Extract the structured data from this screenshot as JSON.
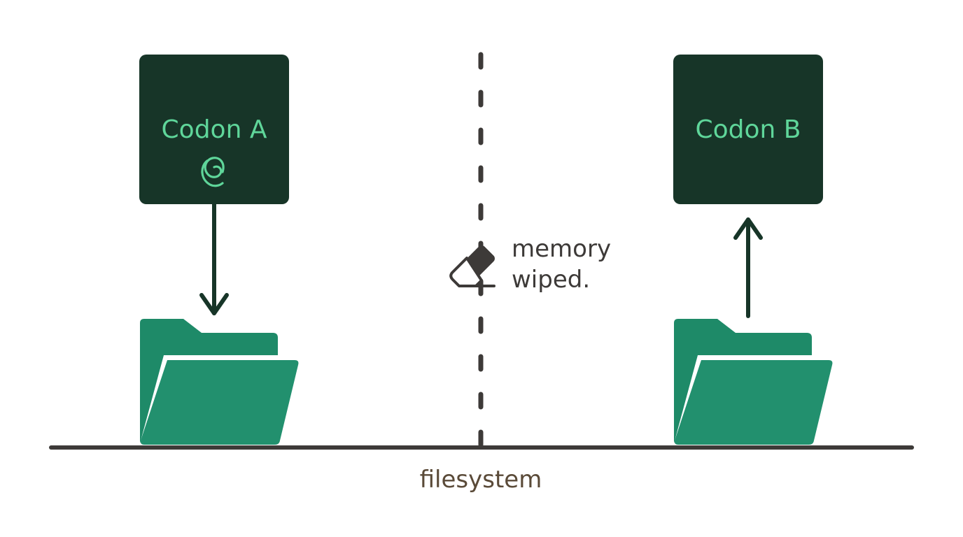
{
  "diagram": {
    "left_node": {
      "label": "Codon A"
    },
    "right_node": {
      "label": "Codon B"
    },
    "divider_annotation": {
      "line1": "memory",
      "line2": "wiped."
    },
    "baseline": {
      "label": "filesystem"
    }
  },
  "colors": {
    "node_fill": "#173528",
    "node_text": "#5fd69a",
    "folder_back": "#1e8a68",
    "folder_front": "#22906e",
    "arrow": "#173528",
    "line": "#3d3a38",
    "baseline_label": "#5a4a38"
  },
  "icons": {
    "left_node_icon": "debian-swirl-icon",
    "annotation_icon": "eraser-icon",
    "folder_icon": "open-folder-icon"
  }
}
